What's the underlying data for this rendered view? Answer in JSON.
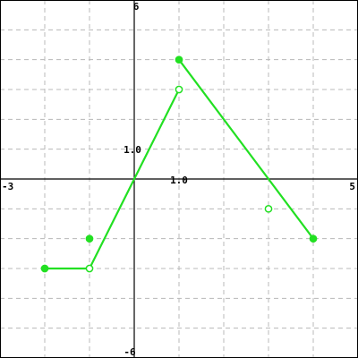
{
  "chart_data": {
    "type": "line",
    "title": "",
    "xlabel": "",
    "ylabel": "",
    "xlim": [
      -3,
      5
    ],
    "ylim": [
      -6,
      6
    ],
    "grid": true,
    "grid_step": [
      1,
      1
    ],
    "line_color": "#22e022",
    "tick_labels": {
      "x_min": "-3",
      "x_max": "5",
      "x_unit": "1.0",
      "y_max": "6",
      "y_min": "-6",
      "y_unit": "1.0"
    },
    "segments": [
      {
        "x": [
          -2,
          -1
        ],
        "y": [
          -3,
          -3
        ]
      },
      {
        "x": [
          -1,
          1
        ],
        "y": [
          -3,
          3
        ]
      },
      {
        "x": [
          1,
          4
        ],
        "y": [
          4,
          -2
        ]
      }
    ],
    "points": [
      {
        "x": -2,
        "y": -3,
        "closed": true
      },
      {
        "x": -1,
        "y": -3,
        "closed": false
      },
      {
        "x": -1,
        "y": -2,
        "closed": true
      },
      {
        "x": 1,
        "y": 3,
        "closed": false
      },
      {
        "x": 1,
        "y": 4,
        "closed": true
      },
      {
        "x": 3,
        "y": -1,
        "closed": false
      },
      {
        "x": 4,
        "y": -2,
        "closed": true
      }
    ]
  }
}
